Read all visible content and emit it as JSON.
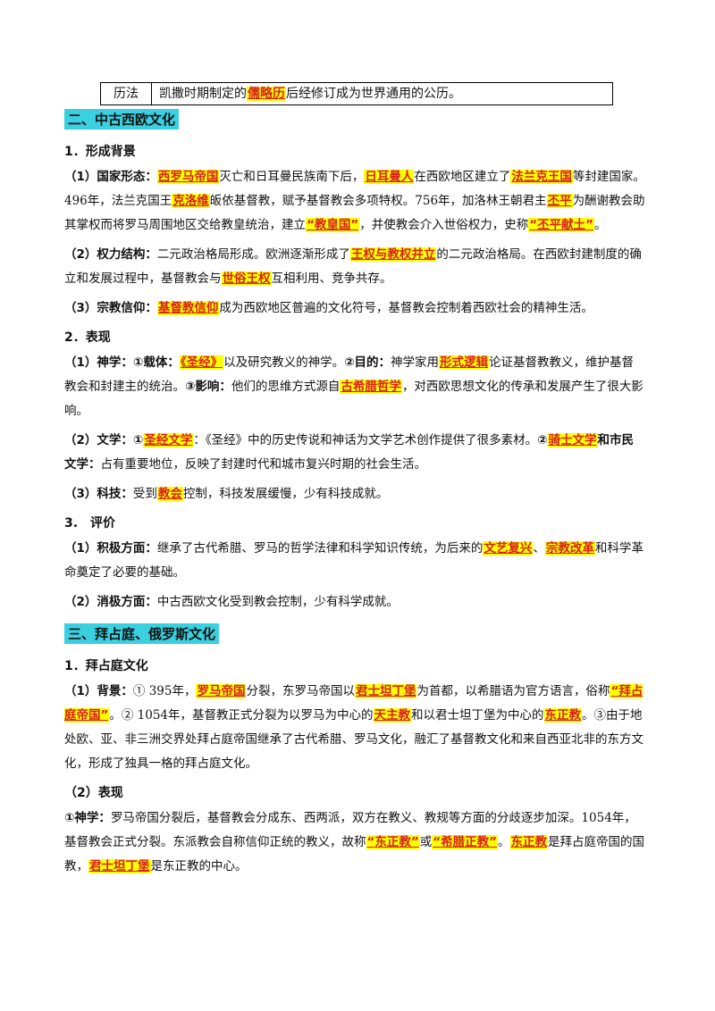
{
  "calendar_row": {
    "key": "历法",
    "pre": "凯撒时期制定的",
    "hl": "儒略历",
    "post": "后经修订成为世界通用的公历。"
  },
  "section2": {
    "title": "二、中古西欧文化",
    "s1": "1．形成背景",
    "p1": {
      "lbl": "（1）国家形态：",
      "a": "西罗马帝国",
      "t1": "灭亡和日耳曼民族南下后，",
      "b": "日耳曼人",
      "t2": "在西欧地区建立了",
      "c": "法兰克王国",
      "t3": "等封建国家。496年，法兰克国王",
      "d": "克洛维",
      "t4": "皈依基督教，赋予基督教会多项特权。756年，加洛林王朝君主",
      "e": "丕平",
      "t5": "为酬谢教会助其掌权而将罗马周围地区交给教皇统治，建立",
      "f": "“教皇国”",
      "t6": "，并使教会介入世俗权力，史称",
      "g": "“丕平献土”",
      "t7": "。"
    },
    "p2": {
      "lbl": "（2）权力结构：",
      "t1": "二元政治格局形成。欧洲逐渐形成了",
      "a": "王权与教权并立",
      "t2": "的二元政治格局。在西欧封建制度的确立和发展过程中，基督教会与",
      "b": "世俗王权",
      "t3": "互相利用、竞争共存。"
    },
    "p3": {
      "lbl": "（3）宗教信仰：",
      "a": "基督教信仰",
      "t1": "成为西欧地区普遍的文化符号，基督教会控制着西欧社会的精神生活。"
    },
    "s2": "2．表现",
    "p4": {
      "lbl": "（1）神学：①载体：",
      "a": "《圣经》",
      "t1": "以及研究教义的神学。",
      "l2": "②目的：",
      "t2": "神学家用",
      "b": "形式逻辑",
      "t3": "论证基督教教义，维护基督教会和封建主的统治。",
      "l3": "③影响：",
      "t4": "他们的思维方式源自",
      "c": "古希腊哲学",
      "t5": "，对西欧思想文化的传承和发展产生了很大影响。"
    },
    "p5": {
      "lbl": "（2）文学：①",
      "a": "圣经文学",
      "t1": "：《圣经》中的历史传说和神话为文学艺术创作提供了很多素材。",
      "l2": "②",
      "b": "骑士文学",
      "l3": "和市民文学：",
      "t2": "占有重要地位，反映了封建时代和城市复兴时期的社会生活。"
    },
    "p6": {
      "lbl": "（3）科技：",
      "t1": "受到",
      "a": "教会",
      "t2": "控制，科技发展缓慢，少有科技成就。"
    },
    "s3": "3.　评价",
    "p7": {
      "lbl": "（1）积极方面：",
      "t1": "继承了古代希腊、罗马的哲学法律和科学知识传统，为后来的",
      "a": "文艺复兴",
      "t2": "、",
      "b": "宗教改革",
      "t3": "和科学革命奠定了必要的基础。"
    },
    "p8": {
      "lbl": "（2）消极方面：",
      "t1": "中古西欧文化受到教会控制，少有科学成就。"
    }
  },
  "section3": {
    "title": "三、拜占庭、俄罗斯文化",
    "s1": "1．拜占庭文化",
    "p1": {
      "lbl": "（1）背景：",
      "t1": "① 395年，",
      "a": "罗马帝国",
      "t2": "分裂，东罗马帝国以",
      "b": "君士坦丁堡",
      "t3": "为首都，以希腊语为官方语言，俗称",
      "c": "“拜占庭帝国”",
      "t4": "。② 1054年，基督教正式分裂为以罗马为中心的",
      "d": "天主教",
      "t5": "和以君士坦丁堡为中心的",
      "e": "东正教",
      "t6": "。③由于地处欧、亚、非三洲交界处拜占庭帝国继承了古代希腊、罗马文化，融汇了基督教文化和来自西亚北非的东方文化，形成了独具一格的拜占庭文化。"
    },
    "s2": "（2）表现",
    "p2": {
      "lbl": "①神学：",
      "t1": "罗马帝国分裂后，基督教会分成东、西两派，双方在教义、教规等方面的分歧逐步加深。1054年，基督教会正式分裂。东派教会自称信仰正统的教义，故称",
      "a": "“东正教”",
      "t2": "或",
      "b": "“希腊正教”",
      "t3": "。",
      "c": "东正教",
      "t4": "是拜占庭帝国的国教，",
      "d": "君士坦丁堡",
      "t5": "是东正教的中心。"
    }
  }
}
